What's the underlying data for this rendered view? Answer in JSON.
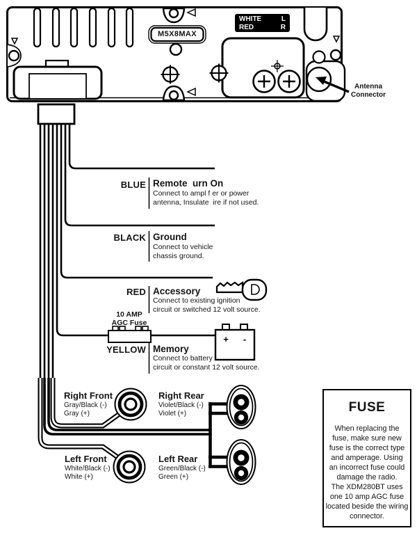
{
  "radio": {
    "model_label": "M5X8MAX",
    "io_label_rows": [
      {
        "color": "WHITE",
        "channel": "L"
      },
      {
        "color": "RED",
        "channel": "R"
      }
    ],
    "antenna_label": "Antenna\nConnector"
  },
  "harness_wires": [
    {
      "color": "BLUE",
      "title": "Remote  urn On",
      "desc": "Connect to ampl f er or power\nantenna, Insulate  ire if not used."
    },
    {
      "color": "BLACK",
      "title": "Ground",
      "desc": "Connect to vehicle\nchassis ground."
    },
    {
      "color": "RED",
      "title": "Accessory",
      "desc": "Connect to existing ignition\ncircuit or switched 12 volt source."
    },
    {
      "color": "YELLOW",
      "title": "Memory",
      "desc": "Connect to battery\ncircuit or constant 12 volt source."
    }
  ],
  "inline_fuse_label": "10 AMP\nAGC Fuse",
  "battery": {
    "plus_label": "+",
    "minus_label": "-"
  },
  "speakers": [
    {
      "name": "Right Front",
      "neg": "Gray/Black (-)",
      "pos": "Gray (+)"
    },
    {
      "name": "Right Rear",
      "neg": "Violet/Black (-)",
      "pos": "Violet (+)"
    },
    {
      "name": "Left Front",
      "neg": "White/Black (-)",
      "pos": "White (+)"
    },
    {
      "name": "Left Rear",
      "neg": "Green/Black (-)",
      "pos": "Green (+)"
    }
  ],
  "fuse_note": {
    "title": "FUSE",
    "body": "When replacing the\nfuse, make sure new\nfuse is the correct type\nand amperage. Using\nan incorrect fuse could\ndamage the radio.\nThe XDM280BT uses\none 10 amp AGC fuse\nlocated beside the wiring\nconnector."
  },
  "ink_color": "#000000"
}
